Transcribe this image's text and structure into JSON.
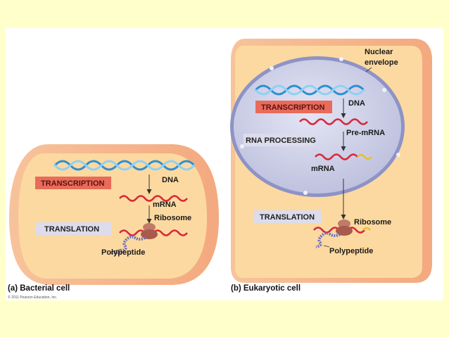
{
  "bacterial": {
    "dna": "DNA",
    "mrna": "mRNA",
    "ribosome": "Ribosome",
    "polypeptide": "Polypeptide",
    "transcription": "TRANSCRIPTION",
    "translation": "TRANSLATION",
    "caption": "(a) Bacterial cell"
  },
  "eukaryotic": {
    "nuclear_envelope_1": "Nuclear",
    "nuclear_envelope_2": "envelope",
    "dna": "DNA",
    "pre_mrna": "Pre-mRNA",
    "mrna": "mRNA",
    "ribosome": "Ribosome",
    "polypeptide": "Polypeptide",
    "transcription": "TRANSCRIPTION",
    "rna_processing": "RNA PROCESSING",
    "translation": "TRANSLATION",
    "caption": "(b) Eukaryotic cell"
  },
  "copyright": "© 2011 Pearson Education, Inc.",
  "colors": {
    "page_bg": "#ffffcc",
    "cytoplasm": "#fcd9a0",
    "cell_wall": "#f6b890",
    "nucleus": "#d4d6ea",
    "transcription_box": "#e96b5a",
    "process_box": "#dcdcec",
    "dna_strand": "#2c8fd3",
    "rna_strand": "#d8283a",
    "ribosome": "#b86a5a",
    "polypeptide": "#6a6fc0"
  }
}
